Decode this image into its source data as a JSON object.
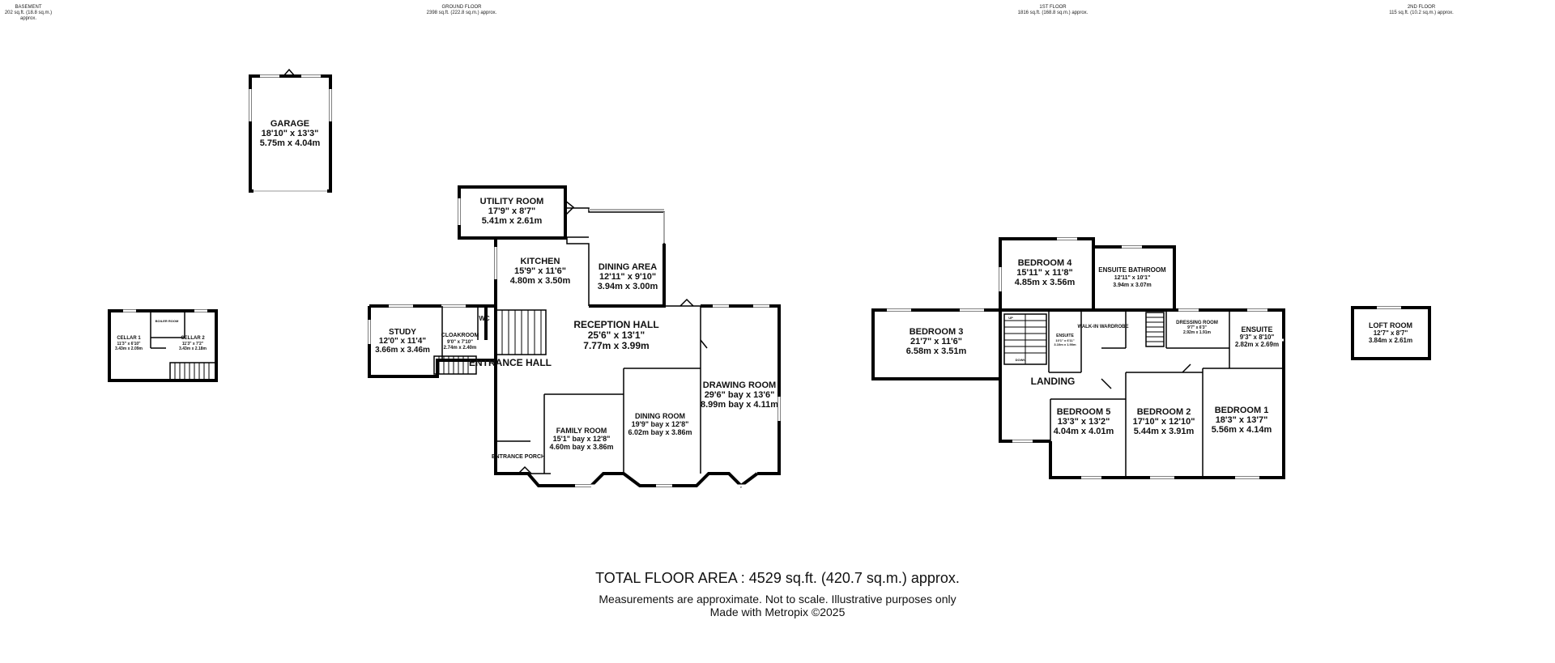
{
  "floors": [
    {
      "name": "BASEMENT",
      "area": "202 sq.ft. (18.8 sq.m.) approx."
    },
    {
      "name": "GROUND FLOOR",
      "area": "2398 sq.ft. (222.8 sq.m.) approx."
    },
    {
      "name": "1ST FLOOR",
      "area": "1816 sq.ft. (168.8 sq.m.) approx."
    },
    {
      "name": "2ND FLOOR",
      "area": "115 sq.ft. (10.2 sq.m.) approx."
    }
  ],
  "rooms": {
    "garage": {
      "name": "GARAGE",
      "imperial": "18'10\" x 13'3\"",
      "metric": "5.75m x 4.04m"
    },
    "cellar1": {
      "name": "CELLAR 1",
      "imperial": "11'3\" x 6'10\"",
      "metric": "3.43m x 2.09m"
    },
    "boiler": {
      "name": "BOILER ROOM"
    },
    "cellar2": {
      "name": "CELLAR 2",
      "imperial": "11'3\" x 7'2\"",
      "metric": "3.43m x 2.18m"
    },
    "utility": {
      "name": "UTILITY ROOM",
      "imperial": "17'9\" x 8'7\"",
      "metric": "5.41m x 2.61m"
    },
    "kitchen": {
      "name": "KITCHEN",
      "imperial": "15'9\" x 11'6\"",
      "metric": "4.80m x 3.50m"
    },
    "dining_area": {
      "name": "DINING AREA",
      "imperial": "12'11\" x 9'10\"",
      "metric": "3.94m x 3.00m"
    },
    "study": {
      "name": "STUDY",
      "imperial": "12'0\" x 11'4\"",
      "metric": "3.66m x 3.46m"
    },
    "cloakroom": {
      "name": "CLOAKROOM",
      "imperial": "9'0\" x 7'10\"",
      "metric": "2.74m x 2.40m"
    },
    "wc": {
      "name": "WC"
    },
    "reception_hall": {
      "name": "RECEPTION HALL",
      "imperial": "25'6\" x 13'1\"",
      "metric": "7.77m x 3.99m"
    },
    "entrance_hall": {
      "name": "ENTRANCE HALL"
    },
    "drawing_room": {
      "name": "DRAWING ROOM",
      "imperial": "29'6\" bay x 13'6\"",
      "metric": "8.99m bay x 4.11m"
    },
    "dining_room": {
      "name": "DINING ROOM",
      "imperial": "19'9\" bay x 12'8\"",
      "metric": "6.02m bay x 3.86m"
    },
    "family_room": {
      "name": "FAMILY ROOM",
      "imperial": "15'1\" bay x 12'8\"",
      "metric": "4.60m bay x 3.86m"
    },
    "entrance_porch": {
      "name": "ENTRANCE PORCH"
    },
    "bedroom4": {
      "name": "BEDROOM 4",
      "imperial": "15'11\" x 11'8\"",
      "metric": "4.85m x 3.56m"
    },
    "ensuite_bathroom": {
      "name": "ENSUITE BATHROOM",
      "imperial": "12'11\" x 10'1\"",
      "metric": "3.94m x 3.07m"
    },
    "bedroom3": {
      "name": "BEDROOM 3",
      "imperial": "21'7\" x 11'6\"",
      "metric": "6.58m x 3.51m"
    },
    "ensuite_small": {
      "name": "ENSUITE",
      "imperial": "10'1\" x 6'11\"",
      "metric": "3.10m x 1.90m"
    },
    "walk_in": {
      "name": "WALK-IN WARDROBE"
    },
    "dressing": {
      "name": "DRESSING ROOM",
      "imperial": "9'7\" x 6'3\"",
      "metric": "2.92m x 1.91m"
    },
    "ensuite1": {
      "name": "ENSUITE",
      "imperial": "9'3\" x 8'10\"",
      "metric": "2.82m x 2.69m"
    },
    "landing": {
      "name": "LANDING"
    },
    "bedroom5": {
      "name": "BEDROOM 5",
      "imperial": "13'3\" x 13'2\"",
      "metric": "4.04m x 4.01m"
    },
    "bedroom2": {
      "name": "BEDROOM 2",
      "imperial": "17'10\" x 12'10\"",
      "metric": "5.44m x 3.91m"
    },
    "bedroom1": {
      "name": "BEDROOM 1",
      "imperial": "18'3\" x 13'7\"",
      "metric": "5.56m x 4.14m"
    },
    "loft": {
      "name": "LOFT ROOM",
      "imperial": "12'7\" x 8'7\"",
      "metric": "3.84m x 2.61m"
    }
  },
  "stair_labels": {
    "up": "UP",
    "down": "DOWN"
  },
  "footer": {
    "total": "TOTAL FLOOR AREA : 4529 sq.ft. (420.7 sq.m.) approx.",
    "note": "Measurements are approximate.  Not to scale.  Illustrative purposes only",
    "credit": "Made with Metropix ©2025"
  }
}
